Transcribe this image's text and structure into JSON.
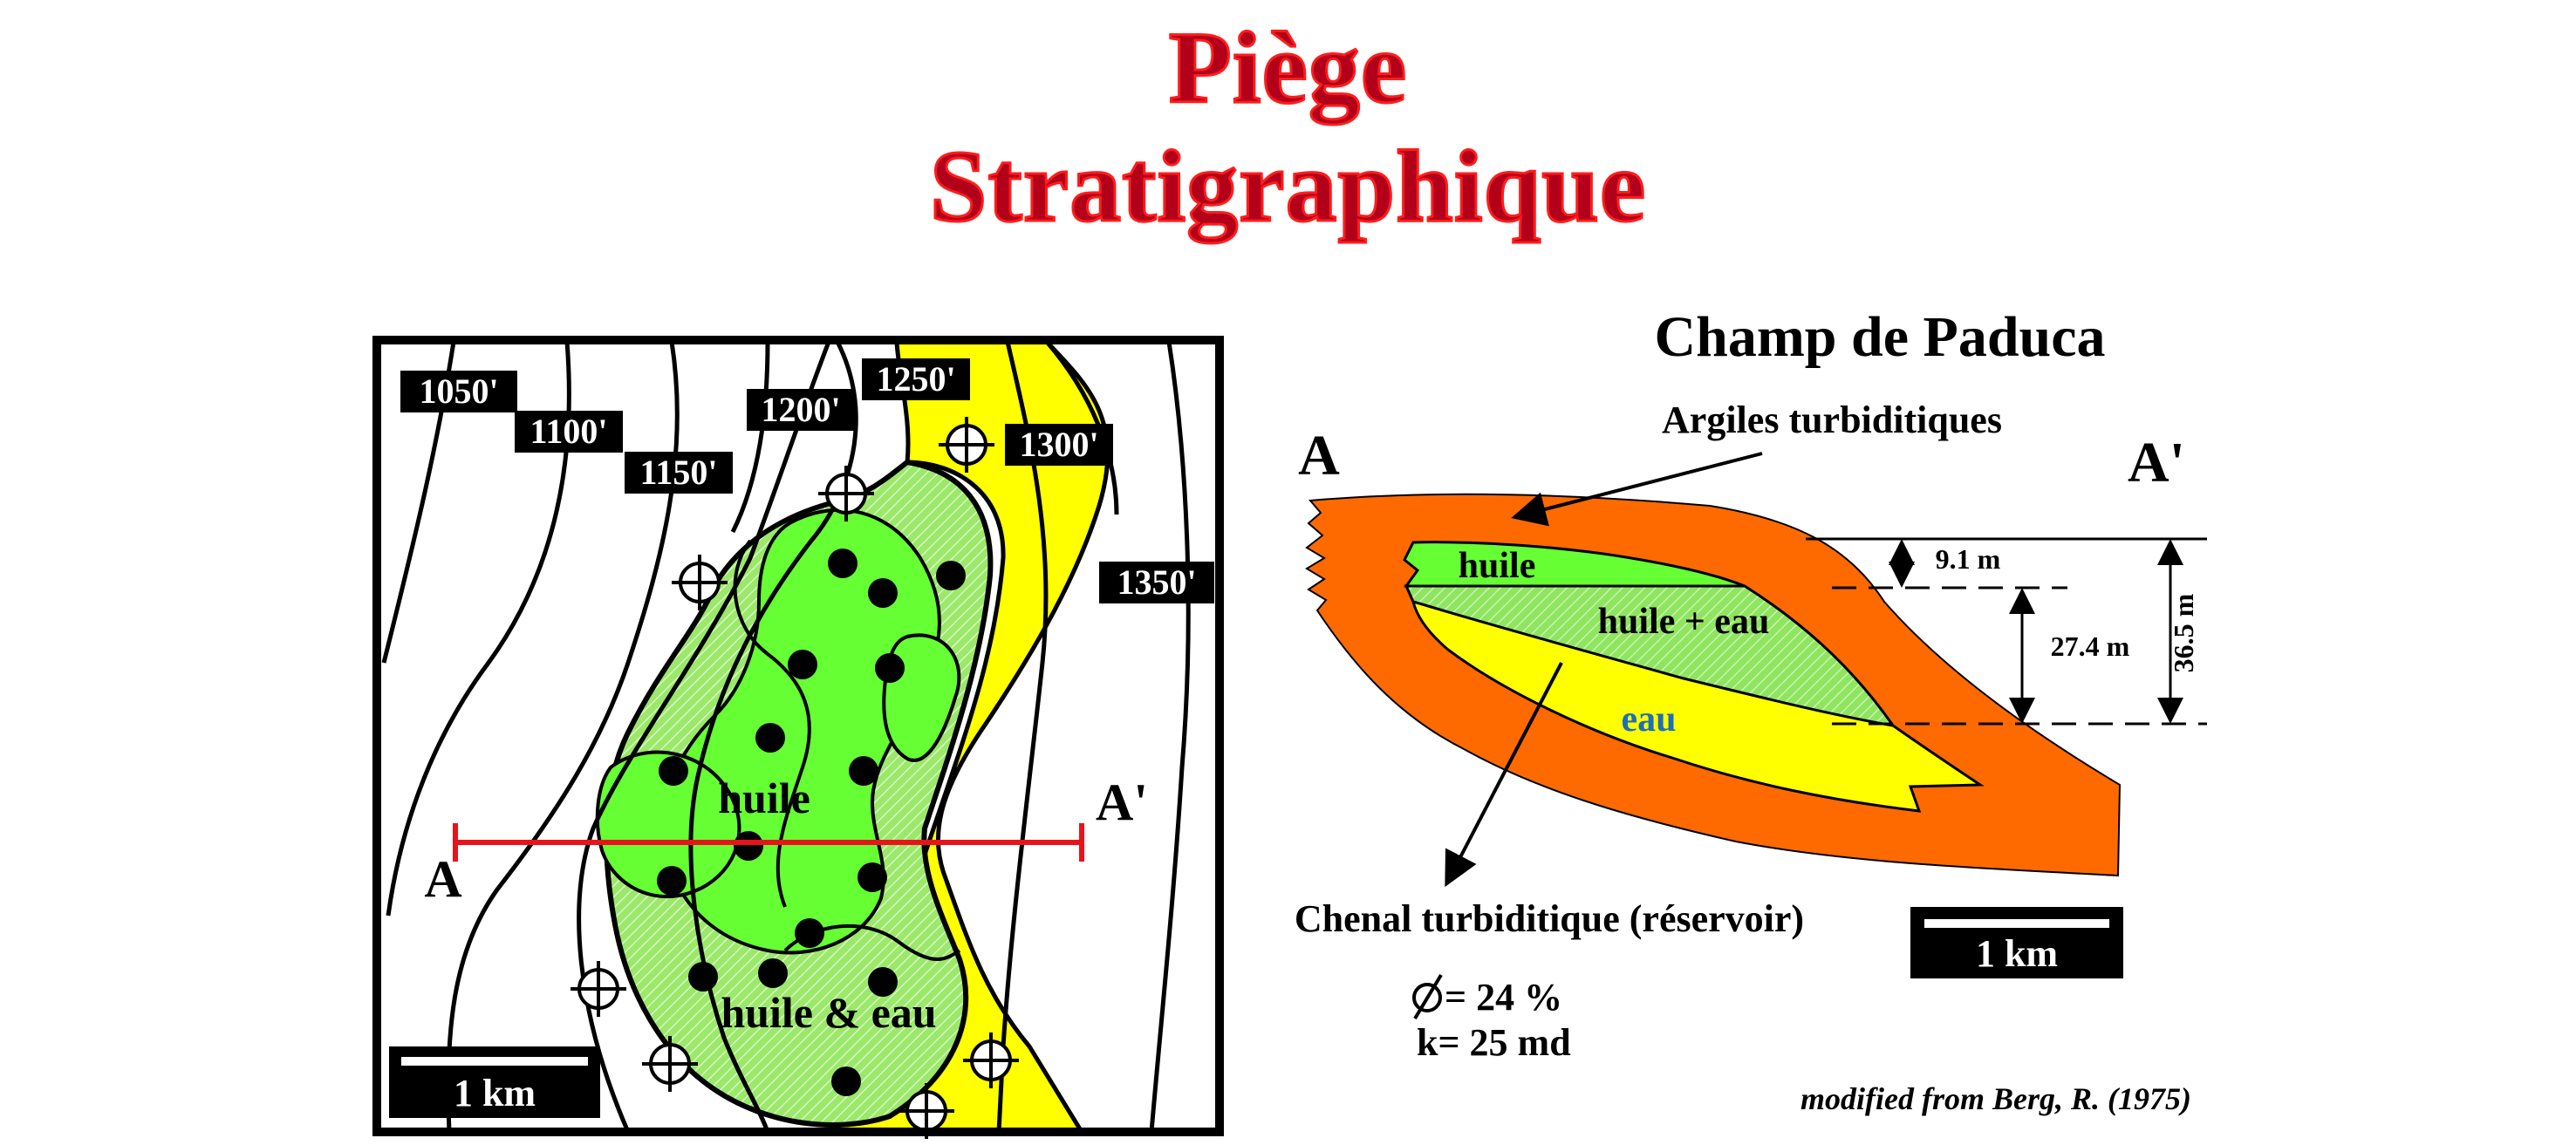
{
  "title": {
    "line1": "Piège",
    "line2": "Stratigraphique"
  },
  "colors": {
    "title_fill": "#b3001a",
    "title_outline": "#ff1c1c",
    "oil": "#66ff33",
    "oil_water": "#a6ee7a",
    "water_sand": "#ffff00",
    "shale": "#ff6a00",
    "section_line": "#e8141b",
    "water_label": "#1d6fb8"
  },
  "map": {
    "contours": [
      "1050'",
      "1100'",
      "1150'",
      "1200'",
      "1250'",
      "1300'",
      "1350'"
    ],
    "zone_oil": "huile",
    "zone_oil_water": "huile & eau",
    "section_start": "A",
    "section_end": "A'",
    "scale": "1 km",
    "icons": {
      "producing_well": "oil-well-icon",
      "dry_well": "dry-hole-icon"
    }
  },
  "section": {
    "title": "Champ de Paduca",
    "end_left": "A",
    "end_right": "A'",
    "clay_label": "Argiles turbiditiques",
    "oil_label": "huile",
    "oil_water_label": "huile + eau",
    "water_label": "eau",
    "reservoir_label": "Chenal turbiditique (réservoir)",
    "dim1": "9.1 m",
    "dim2": "27.4 m",
    "dim3": "36.5 m",
    "scale": "1 km",
    "porosity": "= 24 %",
    "permeability": "k= 25 md"
  },
  "credit": "modified from Berg, R. (1975)"
}
